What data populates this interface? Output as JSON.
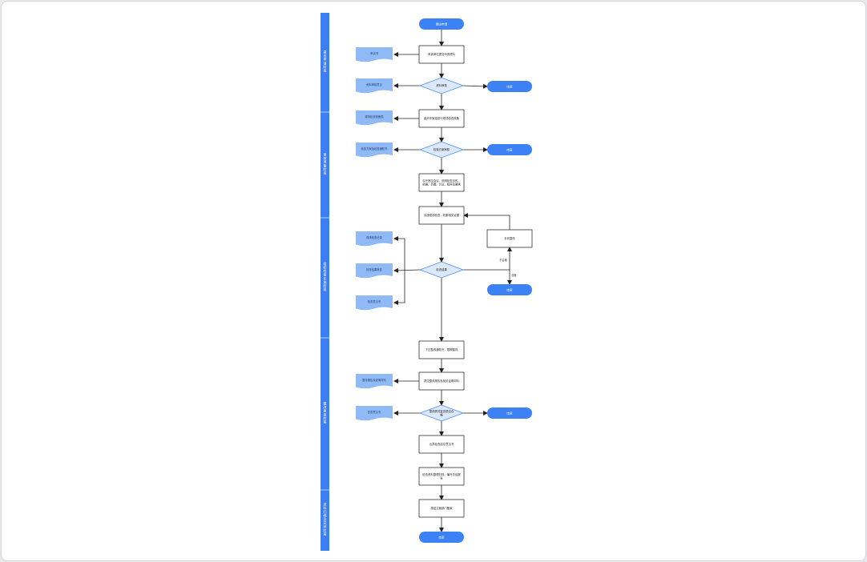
{
  "colors": {
    "lane": "#3d7ff2",
    "terminal": "#3d82f5",
    "doc": "#8fbaf5",
    "decision_fill": "#dce9fb",
    "decision_stroke": "#4d8cf2",
    "edge": "#222222",
    "canvas": "#ffffff",
    "page": "#e9e9ec"
  },
  "lanes": [
    {
      "id": "lane1",
      "label": "提 出 申 请 阶 段"
    },
    {
      "id": "lane2",
      "label": "审 核 准 备 阶 段"
    },
    {
      "id": "lane3",
      "label": "组 织 检 查 实 施 阶 段"
    },
    {
      "id": "lane4",
      "label": "整 改 复 查 阶 段"
    },
    {
      "id": "lane5",
      "label": "资 料 归 档 及 总 结 阶 段"
    }
  ],
  "nodes": [
    {
      "id": "start",
      "type": "terminal",
      "label": "提出申请"
    },
    {
      "id": "p1",
      "type": "process",
      "label": "申请单位提交申请资料"
    },
    {
      "id": "d1",
      "type": "decision",
      "label": "资料审核"
    },
    {
      "id": "p2",
      "type": "process",
      "label": "组织专家组进行现场检查准备"
    },
    {
      "id": "d2",
      "type": "decision",
      "label": "检查方案审核"
    },
    {
      "id": "p3",
      "type": "process",
      "label": "召开首次会议，说明检查目的、依据、范围、方法、程序及要求"
    },
    {
      "id": "p4",
      "type": "process",
      "label": "实施现场检查，收集相关证据"
    },
    {
      "id": "d3",
      "type": "decision",
      "label": "检查结果"
    },
    {
      "id": "pr",
      "type": "process",
      "label": "补充整改"
    },
    {
      "id": "p5",
      "type": "process",
      "label": "下达整改通知书，限期整改"
    },
    {
      "id": "p6",
      "type": "process",
      "label": "提交整改报告及相关证明材料"
    },
    {
      "id": "d4",
      "type": "decision",
      "label": "整改情况复查是否合格"
    },
    {
      "id": "p7",
      "type": "process",
      "label": "出具检查结论意见书"
    },
    {
      "id": "p8",
      "type": "process",
      "label": "检查资料整理归档，编写总结报告"
    },
    {
      "id": "p9",
      "type": "process",
      "label": "报送主管部门备案"
    },
    {
      "id": "end",
      "type": "terminal",
      "label": "结束"
    },
    {
      "id": "doc1",
      "type": "document",
      "label": "申请书"
    },
    {
      "id": "doc2",
      "type": "document",
      "label": "资料审核意见"
    },
    {
      "id": "doc3",
      "type": "document",
      "label": "现场检查准备表"
    },
    {
      "id": "doc4",
      "type": "document",
      "label": "检查方案及检查通知书"
    },
    {
      "id": "doc5",
      "type": "document",
      "label": "现场检查记录"
    },
    {
      "id": "doc6",
      "type": "document",
      "label": "检查结果报告"
    },
    {
      "id": "doc7",
      "type": "document",
      "label": "检查意见书"
    },
    {
      "id": "doc8",
      "type": "document",
      "label": "整改报告及证明材料"
    },
    {
      "id": "doc9",
      "type": "document",
      "label": "复查意见书"
    },
    {
      "id": "t1",
      "type": "terminal",
      "label": "结束"
    },
    {
      "id": "t2",
      "type": "terminal",
      "label": "结束"
    },
    {
      "id": "t3",
      "type": "terminal",
      "label": "结束"
    },
    {
      "id": "t4",
      "type": "terminal",
      "label": "结束"
    }
  ],
  "edges": [
    {
      "from": "start",
      "to": "p1",
      "label": ""
    },
    {
      "from": "p1",
      "to": "d1",
      "label": ""
    },
    {
      "from": "d1",
      "to": "p2",
      "label": ""
    },
    {
      "from": "p2",
      "to": "d2",
      "label": ""
    },
    {
      "from": "d2",
      "to": "p3",
      "label": ""
    },
    {
      "from": "p3",
      "to": "p4",
      "label": ""
    },
    {
      "from": "p4",
      "to": "d3",
      "label": ""
    },
    {
      "from": "d3",
      "to": "p5",
      "label": ""
    },
    {
      "from": "p5",
      "to": "p6",
      "label": ""
    },
    {
      "from": "p6",
      "to": "d4",
      "label": ""
    },
    {
      "from": "d4",
      "to": "p7",
      "label": ""
    },
    {
      "from": "p7",
      "to": "p8",
      "label": ""
    },
    {
      "from": "p8",
      "to": "p9",
      "label": ""
    },
    {
      "from": "p9",
      "to": "end",
      "label": ""
    },
    {
      "from": "p1",
      "to": "doc1",
      "label": ""
    },
    {
      "from": "d1",
      "to": "doc2",
      "label": ""
    },
    {
      "from": "p2",
      "to": "doc3",
      "label": ""
    },
    {
      "from": "d2",
      "to": "doc4",
      "label": ""
    },
    {
      "from": "d3",
      "to": "doc5",
      "label": ""
    },
    {
      "from": "d3",
      "to": "doc6",
      "label": ""
    },
    {
      "from": "d3",
      "to": "doc7",
      "label": ""
    },
    {
      "from": "p6",
      "to": "doc8",
      "label": ""
    },
    {
      "from": "d4",
      "to": "doc9",
      "label": ""
    },
    {
      "from": "d1",
      "to": "t1",
      "label": ""
    },
    {
      "from": "d2",
      "to": "t2",
      "label": ""
    },
    {
      "from": "d4",
      "to": "t3",
      "label": ""
    },
    {
      "from": "d3",
      "to": "pr",
      "label": "不合格"
    },
    {
      "from": "d3",
      "to": "t4",
      "label": "合格"
    },
    {
      "from": "pr",
      "to": "p4",
      "label": ""
    }
  ]
}
